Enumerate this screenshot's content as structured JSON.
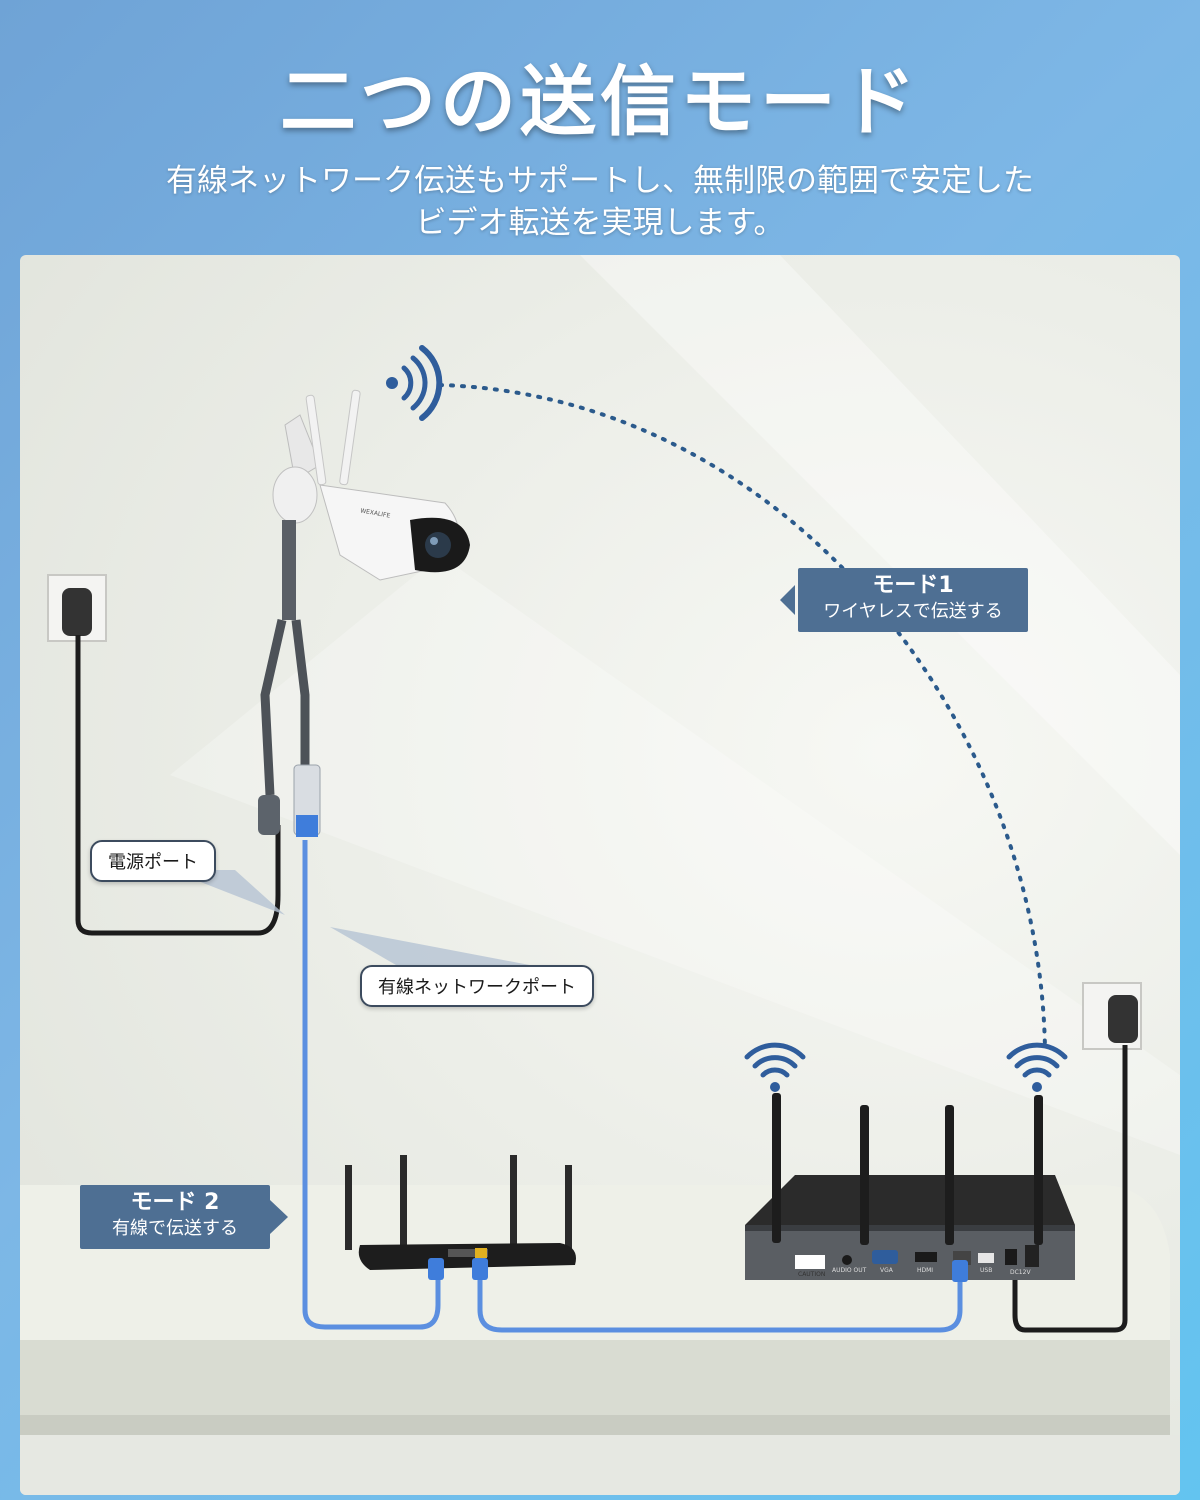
{
  "header": {
    "title": "二つの送信モード",
    "subtitle_line1": "有線ネットワーク伝送もサポートし、無制限の範囲で安定した",
    "subtitle_line2": "ビデオ転送を実現します。"
  },
  "mode1": {
    "title": "モード1",
    "subtitle": "ワイヤレスで伝送する"
  },
  "mode2": {
    "title": "モード 2",
    "subtitle": "有線で伝送する"
  },
  "labels": {
    "power_port": "電源ポート",
    "network_port": "有線ネットワークポート"
  },
  "camera": {
    "brand": "WEXALIFE"
  },
  "nvr_ports": {
    "audio_out": "AUDIO OUT",
    "vga": "VGA",
    "hdmi": "HDMI",
    "usb": "USB",
    "dc": "DC12V",
    "caution": "CAUTION"
  },
  "colors": {
    "callout_bg": "#4e6f93",
    "cable_blue": "#5b8fe0",
    "wifi_blue": "#2f5d9c",
    "dotted_path": "#2b5a8c"
  },
  "icons": [
    "wifi-signal-icon",
    "wifi-icon"
  ]
}
